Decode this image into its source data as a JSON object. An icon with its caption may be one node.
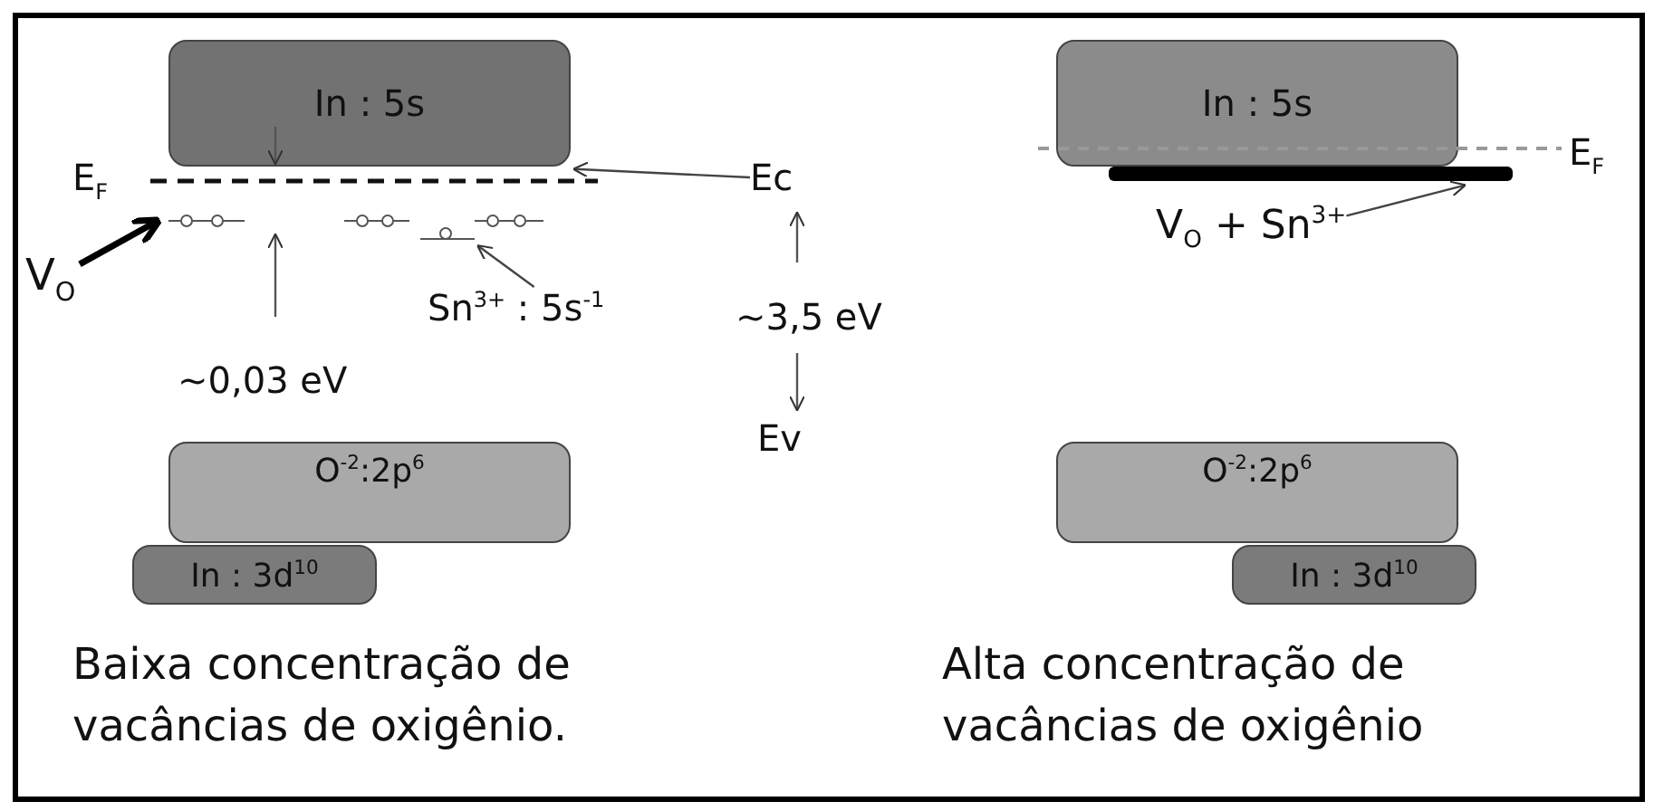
{
  "diagram": {
    "nodes": [
      {
        "text": [
          "In : 5s"
        ]
      },
      {
        "text": [
          "Ec"
        ]
      },
      {
        "text": [
          "V$_{O}$"
        ]
      },
      {
        "text": [
          "Sn$^{3+}$ : 5s$^{-1}$"
        ]
      },
      {
        "text": [
          "O$^{-2}$:2p$^{6}$"
        ]
      },
      {
        "text": [
          "In : 3d$^{10}$"
        ]
      },
      {
        "text": [
          "In : 5s"
        ]
      },
      {
        "text": [],
        "shape": "bar"
      },
      {
        "text": [
          "V$_{O}$ + Sn$^{3+}$"
        ]
      },
      {
        "text": [
          "O$^{-2}$:2p$^{6}$"
        ]
      },
      {
        "text": [
          "In : 3d$^{10}$"
        ]
      },
      {
        "text": [],
        "shape": "picture"
      }
    ],
    "edges": [
      {
        "from": 1,
        "to": 0,
        "arrow": "to"
      },
      {
        "from": 2,
        "to": 11,
        "arrow": "to",
        "style": "thick"
      },
      {
        "from": 3,
        "to": 11,
        "arrow": "to"
      },
      {
        "from": 8,
        "to": 7,
        "arrow": "to"
      }
    ],
    "labels": [
      "E$_{F}$",
      "~3,5 eV",
      "~0,03 eV",
      "Ev",
      "E$_{F}$",
      "Baixa concentração de vacâncias de oxigênio.",
      "Alta concentração de vacâncias de oxigênio"
    ]
  }
}
